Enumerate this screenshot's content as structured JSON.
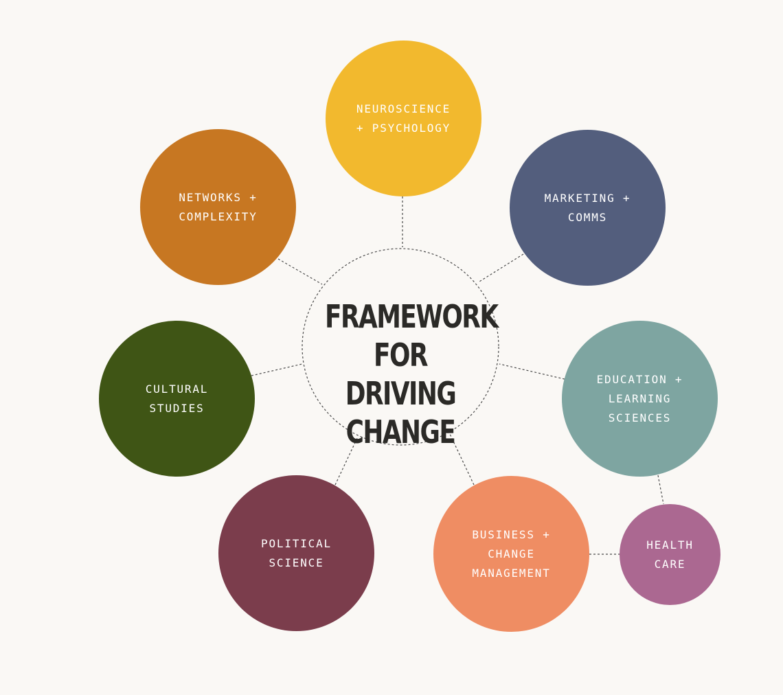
{
  "center": {
    "title_lines": [
      "FRAMEWORK",
      "FOR DRIVING",
      "CHANGE"
    ]
  },
  "nodes": [
    {
      "id": "neuroscience",
      "lines": [
        "NEUROSCIENCE",
        "+ PSYCHOLOGY"
      ],
      "color": "#f2b92e"
    },
    {
      "id": "marketing",
      "lines": [
        "MARKETING +",
        "COMMS"
      ],
      "color": "#535e7d"
    },
    {
      "id": "education",
      "lines": [
        "EDUCATION +",
        "LEARNING",
        "SCIENCES"
      ],
      "color": "#7ea5a1"
    },
    {
      "id": "health",
      "lines": [
        "HEALTH",
        "CARE"
      ],
      "color": "#ab6891"
    },
    {
      "id": "business",
      "lines": [
        "BUSINESS +",
        "CHANGE",
        "MANAGEMENT"
      ],
      "color": "#ef8d63"
    },
    {
      "id": "political",
      "lines": [
        "POLITICAL",
        "SCIENCE"
      ],
      "color": "#7b3d4c"
    },
    {
      "id": "cultural",
      "lines": [
        "CULTURAL",
        "STUDIES"
      ],
      "color": "#3f5515"
    },
    {
      "id": "networks",
      "lines": [
        "NETWORKS +",
        "COMPLEXITY"
      ],
      "color": "#c77722"
    }
  ]
}
